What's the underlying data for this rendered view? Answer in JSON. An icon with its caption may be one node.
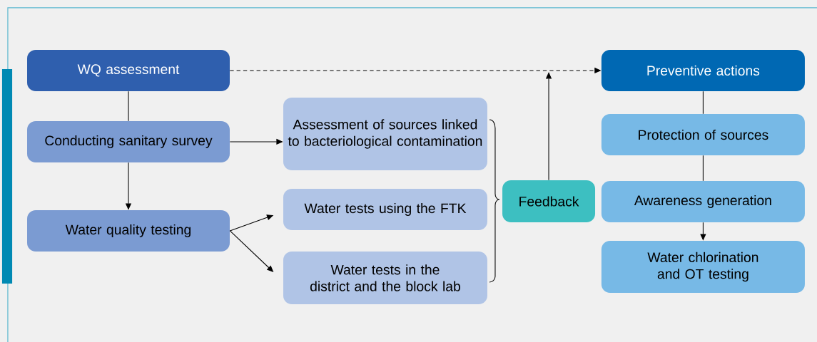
{
  "diagram": {
    "nodes": [
      {
        "text": [
          "WQ assessment"
        ]
      },
      {
        "text": [
          "Conducting sanitary survey"
        ]
      },
      {
        "text": [
          "Water quality testing"
        ]
      },
      {
        "text": [
          "Assessment of sources linked to bacteriological contamination"
        ]
      },
      {
        "text": [
          "Water tests using the FTK"
        ]
      },
      {
        "text": [
          "Water tests in the district and the block lab"
        ]
      },
      {
        "text": [
          "Feedback"
        ]
      },
      {
        "text": [
          "Preventive actions"
        ]
      },
      {
        "text": [
          "Protection of sources"
        ]
      },
      {
        "text": [
          "Awareness generation"
        ]
      },
      {
        "text": [
          "Water chlorination and OT testing"
        ]
      }
    ],
    "edges": [
      {
        "from": 0,
        "to": 1,
        "arrow": "none"
      },
      {
        "from": 1,
        "to": 2,
        "arrow": "to"
      },
      {
        "from": 1,
        "to": 3,
        "arrow": "to"
      },
      {
        "from": 2,
        "to": 4,
        "arrow": "to"
      },
      {
        "from": 2,
        "to": 5,
        "arrow": "to"
      },
      {
        "from": 0,
        "to": 7,
        "arrow": "to",
        "style": "dashed"
      },
      {
        "from": 6,
        "to": null,
        "arrow": "to"
      },
      {
        "from": 7,
        "to": 8,
        "arrow": "none"
      },
      {
        "from": 8,
        "to": 9,
        "arrow": "none"
      },
      {
        "from": 9,
        "to": 10,
        "arrow": "to"
      }
    ]
  }
}
